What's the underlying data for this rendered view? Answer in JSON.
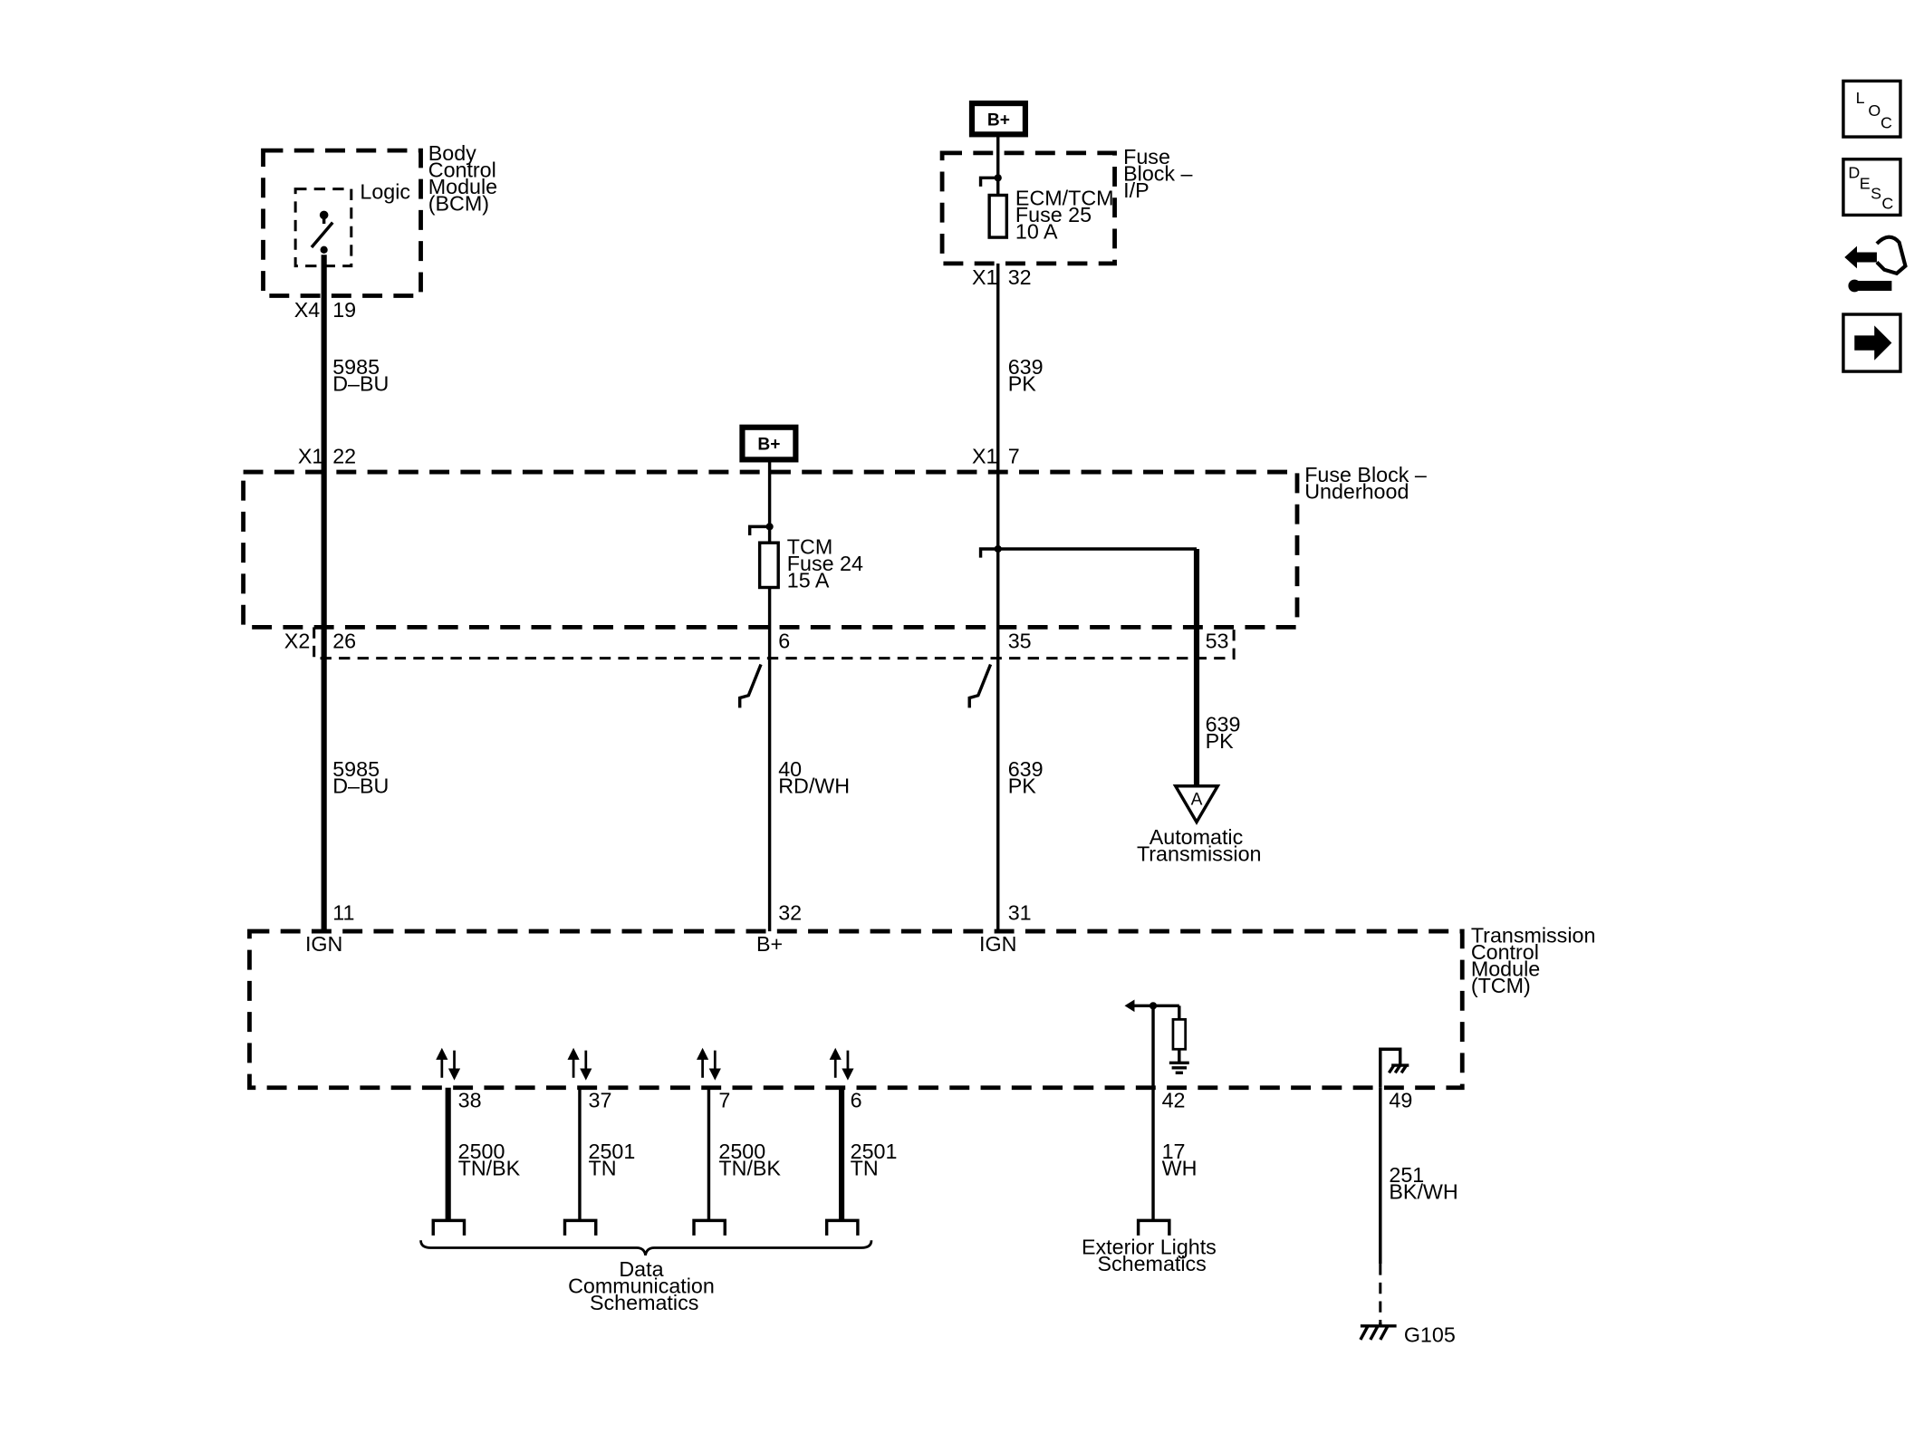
{
  "bcm": {
    "name_lines": [
      "Body",
      "Control",
      "Module",
      "(BCM)"
    ],
    "logic_label": "Logic",
    "connector": "X4",
    "pin": "19"
  },
  "fuse_ip": {
    "name_lines": [
      "Fuse",
      "Block –",
      "I/P"
    ],
    "fuse_lines": [
      "ECM/TCM",
      "Fuse 25",
      "10 A"
    ],
    "connector": "X1",
    "pin": "32",
    "supply": "B+"
  },
  "fuse_uh": {
    "name_lines": [
      "Fuse Block –",
      "Underhood"
    ],
    "fuse_lines": [
      "TCM",
      "Fuse 24",
      "15 A"
    ],
    "supply": "B+",
    "in_left": {
      "connector": "X1",
      "pin": "22"
    },
    "in_right": {
      "connector": "X1",
      "pin": "7"
    },
    "out_left": {
      "connector": "X2",
      "pin": "26"
    },
    "out_mid": {
      "pin": "6"
    },
    "out_right": {
      "pin": "35"
    },
    "out_far": {
      "pin": "53"
    }
  },
  "wires": {
    "w5985_top": [
      "5985",
      "D–BU"
    ],
    "w639_top": [
      "639",
      "PK"
    ],
    "w5985_bot": [
      "5985",
      "D–BU"
    ],
    "w40": [
      "40",
      "RD/WH"
    ],
    "w639_bot": [
      "639",
      "PK"
    ],
    "w639_at": [
      "639",
      "PK"
    ],
    "w2500a": [
      "2500",
      "TN/BK"
    ],
    "w2501a": [
      "2501",
      "TN"
    ],
    "w2500b": [
      "2500",
      "TN/BK"
    ],
    "w2501b": [
      "2501",
      "TN"
    ],
    "w17": [
      "17",
      "WH"
    ],
    "w251": [
      "251",
      "BK/WH"
    ]
  },
  "auto_trans": {
    "marker": "A",
    "label_lines": [
      "Automatic",
      "Transmission"
    ]
  },
  "tcm": {
    "name_lines": [
      "Transmission",
      "Control",
      "Module",
      "(TCM)"
    ],
    "top_pins": [
      {
        "pin": "11",
        "label": "IGN"
      },
      {
        "pin": "32",
        "label": "B+"
      },
      {
        "pin": "31",
        "label": "IGN"
      }
    ],
    "bottom_pins": [
      "38",
      "37",
      "7",
      "6",
      "42",
      "49"
    ]
  },
  "refs": {
    "data_comm": [
      "Data",
      "Communication",
      "Schematics"
    ],
    "ext_lights": [
      "Exterior Lights",
      "Schematics"
    ],
    "ground": "G105"
  },
  "nav": {
    "loc": {
      "letters": [
        "L",
        "O",
        "C"
      ]
    },
    "desc": {
      "letters": [
        "D",
        "E",
        "S",
        "C"
      ]
    },
    "connector_icon": "connector-repair-icon",
    "next_icon": "arrow-right-icon"
  }
}
